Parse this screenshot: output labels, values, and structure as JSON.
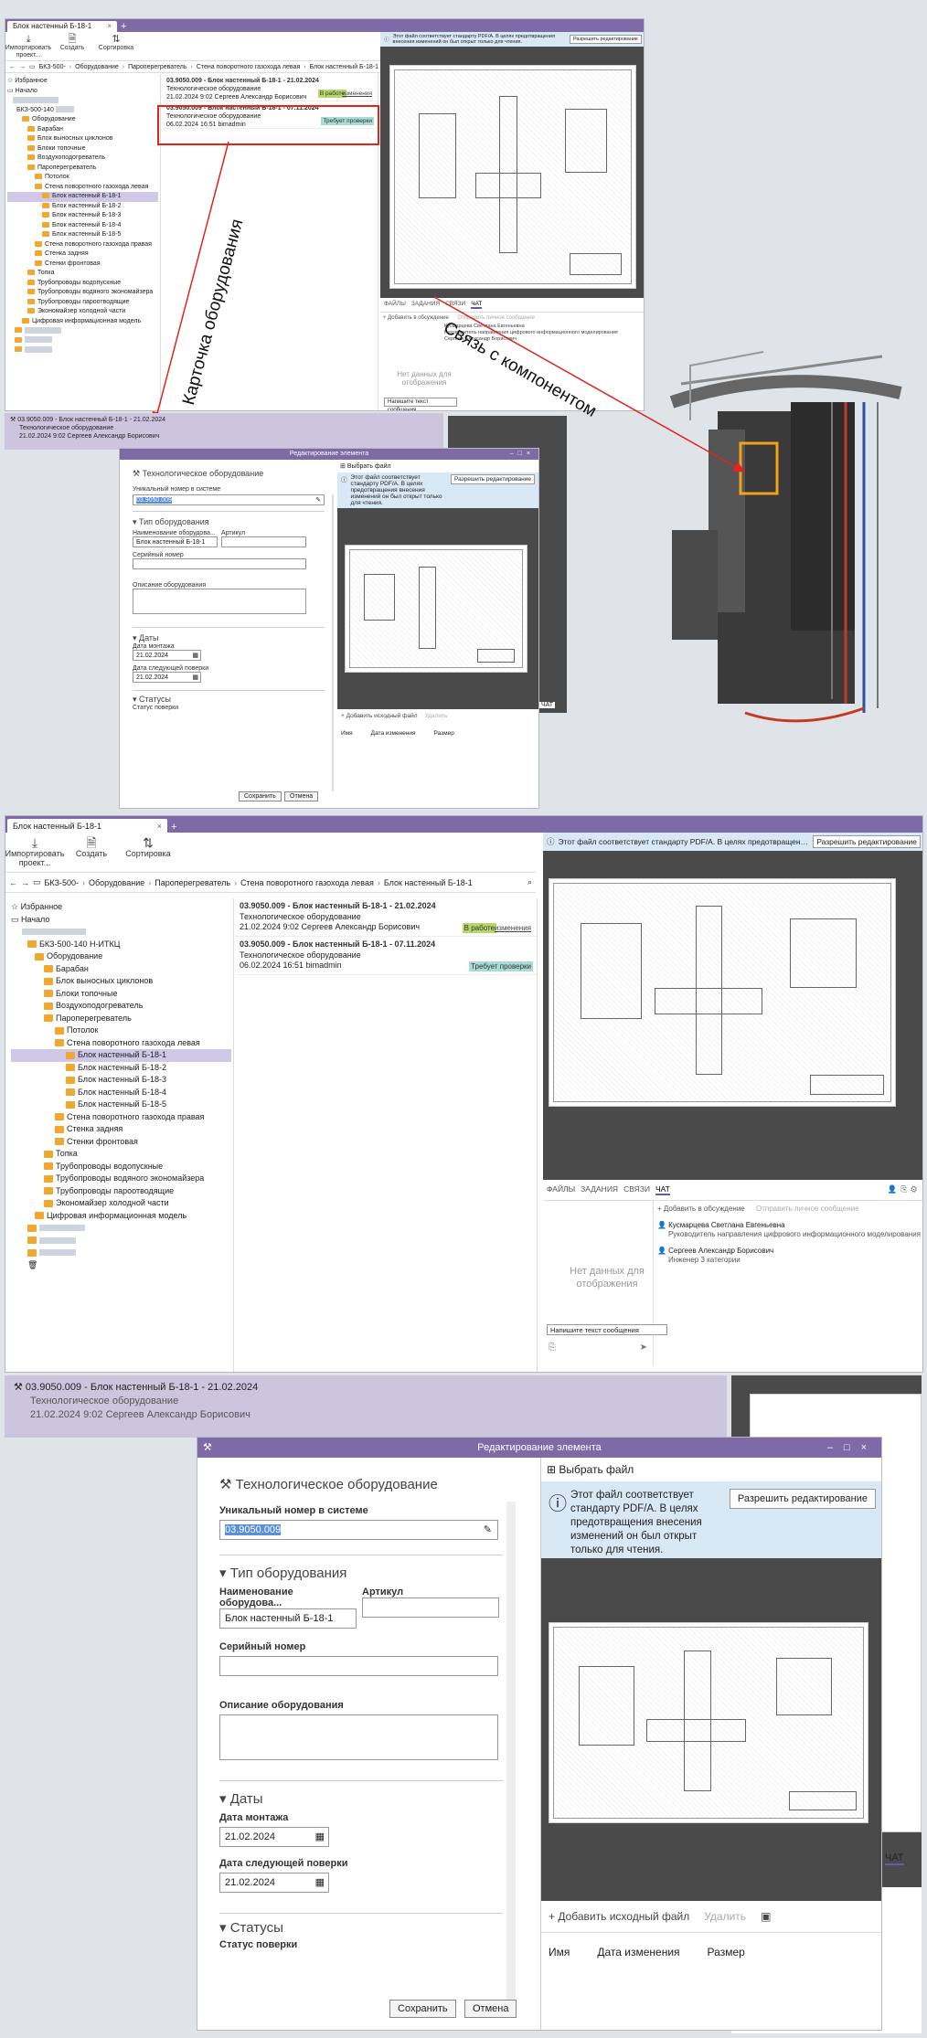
{
  "app": {
    "tab_title": "Блок настенный Б-18-1",
    "toolbar": {
      "import": "Импортировать проект...",
      "create": "Создать",
      "sort": "Сортировка"
    },
    "breadcrumb": [
      "БКЗ-500-",
      "Оборудование",
      "Пароперегреватель",
      "Стена поворотного газохода левая",
      "Блок настенный Б-18-1"
    ],
    "tree": {
      "favorites": "Избранное",
      "start": "Начало",
      "root_short": "БКЗ-500-140",
      "root_full": "БКЗ-500-140 Н-ИТКЦ",
      "equipment": "Оборудование",
      "items": [
        "Барабан",
        "Блок выносных циклонов",
        "Блоки топочные",
        "Воздухоподогреватель",
        "Пароперегреватель",
        "Потолок",
        "Стена поворотного газохода левая",
        "Блок настенный Б-18-1",
        "Блок настенный Б-18-2",
        "Блок настенный Б-18-3",
        "Блок настенный Б-18-4",
        "Блок настенный Б-18-5",
        "Стена поворотного газохода правая",
        "Стенка задняя",
        "Стенки фронтовая",
        "Топка",
        "Трубопроводы водопускные",
        "Трубопроводы водяного экономайзера",
        "Трубопроводы пароотводящие",
        "Экономайзер холодной части",
        "Цифровая информационная модель"
      ]
    },
    "list": [
      {
        "title": "03.9050.009 - Блок настенный Б-18-1 - 21.02.2024",
        "type": "Технологическое оборудование",
        "meta": "21.02.2024 9:02 Сергеев Александр Борисович",
        "badge": "В работе",
        "badge2": "изменения"
      },
      {
        "title": "03.9050.009 - Блок настенный Б-18-1 - 07.11.2024",
        "type": "Технологическое оборудование",
        "meta": "06.02.2024 16:51 bimadmin",
        "badge": "Требует проверки"
      }
    ],
    "viewer": {
      "notice": "Этот файл соответствует стандарту PDF/A. В целях предотвращения внесения изменений он был открыт только для чтения.",
      "allow_edit": "Разрешить редактирование",
      "tabs": [
        "ФАЙЛЫ",
        "ЗАДАНИЯ",
        "СВЯЗИ",
        "ЧАТ"
      ],
      "add_discussion": "Добавить в обсуждение",
      "send_message": "Отправить личное сообщение",
      "participants": [
        {
          "name": "Кусмарцева Светлана Евгеньевна",
          "role": "Руководитель направления цифрового информационного моделирования"
        },
        {
          "name": "Сергеев Александр Борисович",
          "role": "Инженер 3 категории"
        }
      ],
      "no_data": "Нет данных для отображения",
      "message_placeholder": "Напишите текст сообщения"
    }
  },
  "card": {
    "title": "03.9050.009 - Блок настенный Б-18-1 - 21.02.2024",
    "type": "Технологическое оборудование",
    "meta": "21.02.2024 9:02 Сергеев Александр Борисович"
  },
  "dialog": {
    "title": "Редактирование элемента",
    "section_main": "Технологическое оборудование",
    "uid_label": "Уникальный номер в системе",
    "uid_value": "03.9050.009",
    "section_type": "Тип оборудования",
    "name_label": "Наименование оборудова...",
    "name_value": "Блок настенный Б-18-1",
    "article_label": "Артикул",
    "serial_label": "Серийный номер",
    "desc_label": "Описание оборудования",
    "section_dates": "Даты",
    "mount_label": "Дата  монтажа",
    "mount_value": "21.02.2024",
    "next_label": "Дата следующей поверки",
    "next_value": "21.02.2024",
    "section_status": "Статусы",
    "status_label": "Статус поверки",
    "save": "Сохранить",
    "cancel": "Отмена",
    "select_file": "Выбрать файл",
    "add_source": "Добавить исходный файл",
    "delete": "Удалить",
    "files_cols": [
      "Имя",
      "Дата изменения",
      "Размер"
    ],
    "chat_tab": "ЧАТ"
  },
  "annotations": {
    "card_label": "Карточка оборудования",
    "link_label": "Связь с компонентом"
  },
  "colors": {
    "accent": "#7e6aa6",
    "highlight": "#e1251b",
    "folder": "#f1a832",
    "in_work": "#b6d76a",
    "needs_check": "#a8dcd4"
  }
}
